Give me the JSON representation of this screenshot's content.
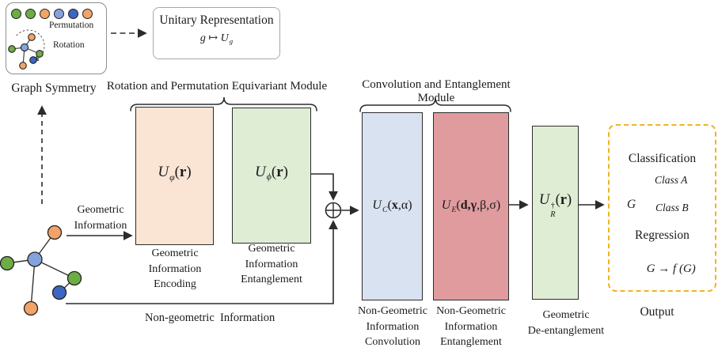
{
  "colors": {
    "node-green": "#6CAD45",
    "node-orange": "#F2A368",
    "node-lightblue": "#84A3DC",
    "node-darkblue": "#3C66C4",
    "box-peach": "#FAE4D4",
    "box-green": "#DFEDD5",
    "box-blue": "#D9E2F1",
    "box-rose": "#E09B9E",
    "dashed-gold": "#F0B323",
    "line": "#2b2b2b"
  },
  "symmetry_panel": {
    "dots": [
      "node-green",
      "node-green",
      "node-orange",
      "node-lightblue",
      "node-darkblue",
      "node-orange"
    ],
    "permutation_label": "Permutation",
    "rotation_label": "Rotation",
    "caption": "Graph Symmetry"
  },
  "unitary_box": {
    "title": "Unitary Representation",
    "formula": {
      "lhs": "g",
      "mapsto": " ↦ ",
      "rhs_base": "U",
      "rhs_sub": "g"
    }
  },
  "equivariant_module": {
    "title": "Rotation and Permutation Equivariant Module",
    "encoder": {
      "formula": {
        "base": "U",
        "sub": "φ",
        "open": "(",
        "arg": "r",
        "close": ")"
      },
      "caption": [
        "Geometric",
        "Information",
        "Encoding"
      ]
    },
    "entangler": {
      "formula": {
        "base": "U",
        "sub": "ϕ",
        "open": "(",
        "arg": "r",
        "close": ")"
      },
      "caption": [
        "Geometric",
        "Information",
        "Entanglement"
      ]
    }
  },
  "conv_module": {
    "title": "Convolution and Entanglement Module",
    "convolution": {
      "formula": {
        "base": "U",
        "sub": "C",
        "open": "(",
        "arg_bold": "x",
        "rest": ",α)"
      },
      "caption": [
        "Non-Geometric",
        "Information",
        "Convolution"
      ]
    },
    "entangler": {
      "formula": {
        "base": "U",
        "sub": "E",
        "open": "(",
        "arg_bold": "d,γ",
        "rest": ",β,σ)"
      },
      "caption": [
        "Non-Geometric",
        "Information",
        "Entanglement"
      ]
    }
  },
  "detangler": {
    "formula": {
      "base": "U",
      "sup": "†",
      "sub": "R",
      "open": "(",
      "arg": "r",
      "close": ")"
    },
    "caption": [
      "Geometric",
      "De-entanglement"
    ]
  },
  "flow_labels": {
    "geometric": [
      "Geometric",
      "Information"
    ],
    "non_geometric": "Non-geometric  Information"
  },
  "output_box": {
    "classification_title": "Classification",
    "class_a": "Class A",
    "class_b": "Class B",
    "graph_symbol": "G",
    "regression_title": "Regression",
    "regression_formula": {
      "lhs": "G",
      "arrow": " → ",
      "rhs": "f (G)"
    },
    "caption": "Output"
  }
}
